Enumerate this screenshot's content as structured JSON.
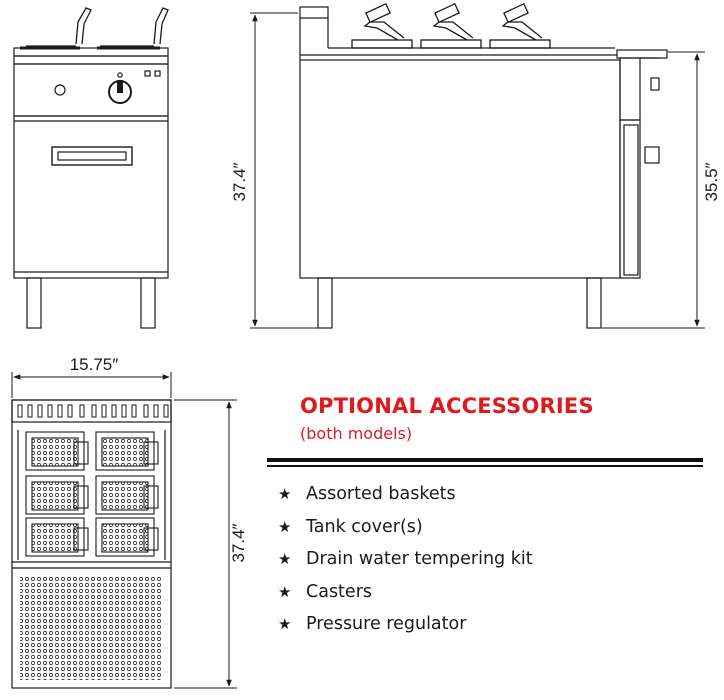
{
  "dimensions": {
    "front_width": "15.75″",
    "side_height_total": "37.4″",
    "side_height_body": "35.5″",
    "top_depth": "37.4″"
  },
  "accessories": {
    "title": "OPTIONAL ACCESSORIES",
    "subtitle": "(both models)",
    "items": [
      {
        "icon": "star-bullet-icon",
        "label": "Assorted baskets"
      },
      {
        "icon": "star-bullet-icon",
        "label": "Tank cover(s)"
      },
      {
        "icon": "star-bullet-icon",
        "label": "Drain water tempering kit"
      },
      {
        "icon": "star-bullet-icon",
        "label": "Casters"
      },
      {
        "icon": "star-bullet-icon",
        "label": "Pressure regulator"
      }
    ]
  },
  "colors": {
    "accent": "#e0191f",
    "line": "#1a1a1a"
  }
}
